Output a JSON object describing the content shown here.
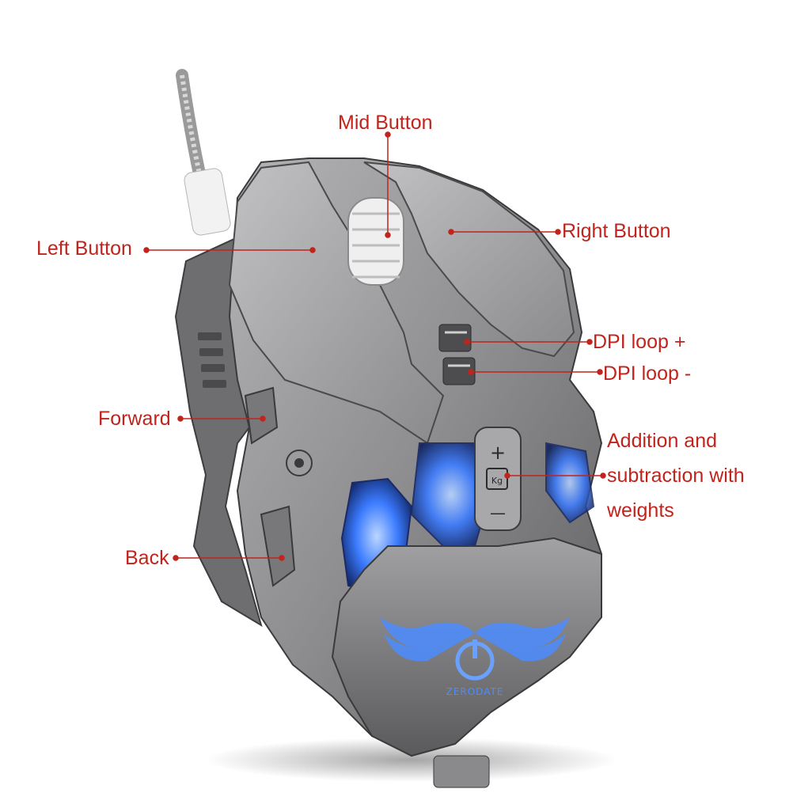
{
  "callouts": {
    "mid_button": "Mid Button",
    "left_button": "Left Button",
    "right_button": "Right Button",
    "dpi_plus": "DPI loop +",
    "dpi_minus": "DPI loop -",
    "forward": "Forward",
    "weights_line1": "Addition and",
    "weights_line2": "subtraction with",
    "weights_line3": "weights",
    "back": "Back"
  },
  "device": {
    "weight_plus_symbol": "+",
    "weight_minus_symbol": "—",
    "weight_unit": "Kg",
    "brand_logo_text": "ZERODATE"
  },
  "colors": {
    "label_red": "#c0241c",
    "body_gray": "#8e8e90",
    "led_blue": "#3b7bff"
  }
}
